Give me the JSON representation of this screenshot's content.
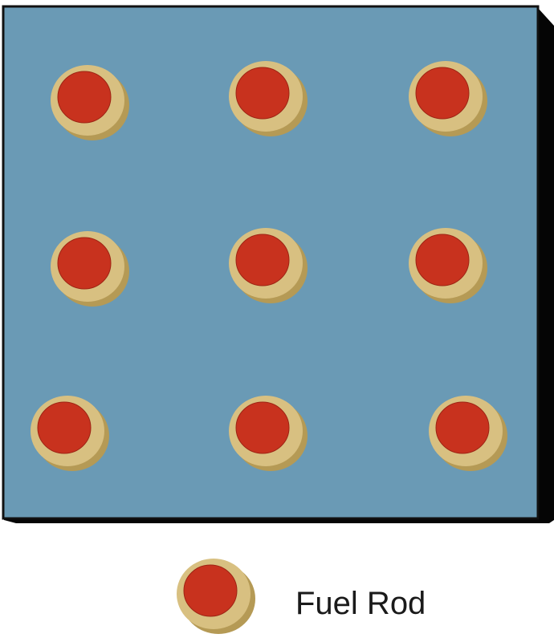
{
  "diagram": {
    "colors": {
      "moderator": "#6a9ab5",
      "moderator_edge": "#111111",
      "slab_shadow": "#050505",
      "cladding_top": "#d8c081",
      "cladding_side": "#b59a55",
      "fuel": "#c8321e",
      "fuel_edge": "#9e2414"
    },
    "lattice": {
      "rows": 3,
      "columns": 3,
      "rod_count": 9
    }
  },
  "legend": {
    "label": "Fuel Rod",
    "icon": "fuel-rod-icon"
  }
}
